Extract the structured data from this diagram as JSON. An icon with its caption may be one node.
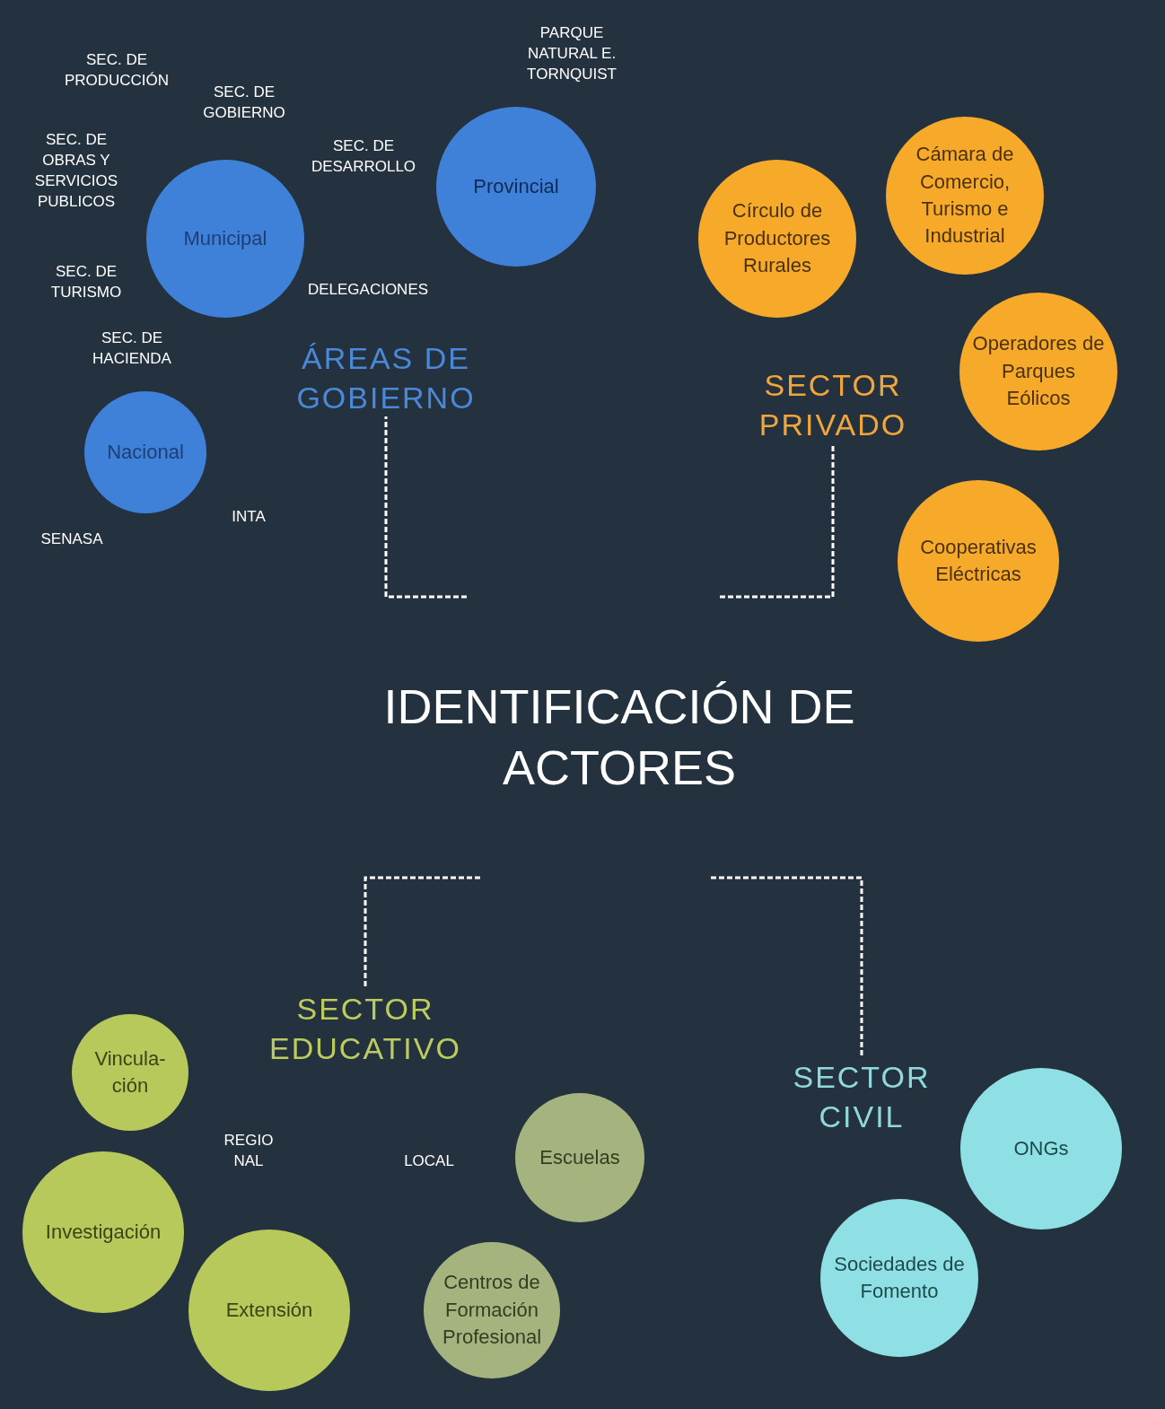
{
  "diagram": {
    "nodes": [
      {
        "text": [
          "IDENTIFICACIÓN DE ACTORES"
        ]
      },
      {
        "text": [
          "ÁREAS DE GOBIERNO"
        ]
      },
      {
        "text": [
          "SECTOR PRIVADO"
        ]
      },
      {
        "text": [
          "SECTOR EDUCATIVO"
        ]
      },
      {
        "text": [
          "SECTOR CIVIL"
        ]
      },
      {
        "text": [
          "Municipal"
        ]
      },
      {
        "text": [
          "Provincial"
        ]
      },
      {
        "text": [
          "Nacional"
        ]
      },
      {
        "text": [
          "Círculo de Productores Rurales"
        ]
      },
      {
        "text": [
          "Cámara de Comercio, Turismo e Industrial"
        ]
      },
      {
        "text": [
          "Operadores de Parques Eólicos"
        ]
      },
      {
        "text": [
          "Cooperativas Eléctricas"
        ]
      },
      {
        "text": [
          "Vincula-ción"
        ]
      },
      {
        "text": [
          "Investigación"
        ]
      },
      {
        "text": [
          "Extensión"
        ]
      },
      {
        "text": [
          "Escuelas"
        ]
      },
      {
        "text": [
          "Centros de Formación Profesional"
        ]
      },
      {
        "text": [
          "ONGs"
        ]
      },
      {
        "text": [
          "Sociedades de Fomento"
        ]
      }
    ],
    "edges": [
      {
        "from": 0,
        "to": 1,
        "arrow": "none",
        "style": "dashed"
      },
      {
        "from": 0,
        "to": 2,
        "arrow": "none",
        "style": "dashed"
      },
      {
        "from": 0,
        "to": 3,
        "arrow": "none",
        "style": "dashed"
      },
      {
        "from": 0,
        "to": 4,
        "arrow": "none",
        "style": "dashed"
      }
    ],
    "labels": [
      "PARQUE NATURAL E. TORNQUIST",
      "SEC. DE PRODUCCIÓN",
      "SEC. DE GOBIERNO",
      "SEC. DE OBRAS Y SERVICIOS PUBLICOS",
      "SEC. DE DESARROLLO",
      "SEC. DE TURISMO",
      "DELEGACIONES",
      "SEC. DE HACIENDA",
      "INTA",
      "SENASA",
      "REGIO NAL",
      "LOCAL"
    ]
  }
}
